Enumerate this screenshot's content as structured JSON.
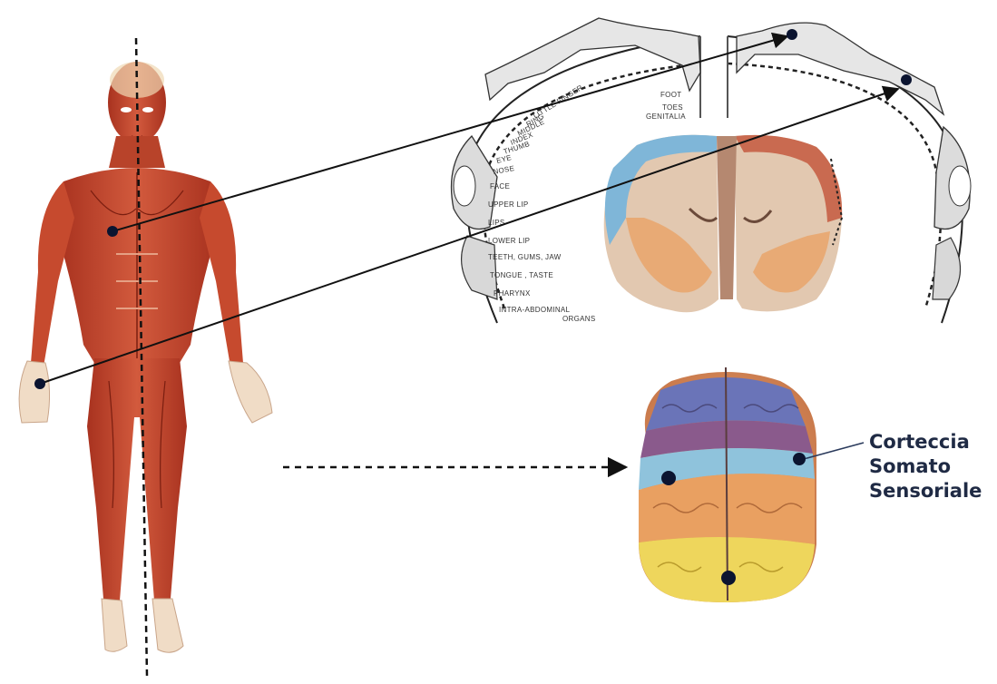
{
  "diagram": {
    "cortex_label": {
      "line1": "Corteccia",
      "line2": "Somato",
      "line3": "Sensoriale"
    },
    "homunculus_labels": [
      "FOOT",
      "TOES",
      "GENITALIA",
      "LITTLE FINGER",
      "RING",
      "MIDDLE",
      "INDEX",
      "THUMB",
      "EYE",
      "NOSE",
      "FACE",
      "UPPER LIP",
      "LIPS",
      "LOWER LIP",
      "TEETH, GUMS, JAW",
      "TONGUE , TASTE",
      "PHARYNX",
      "INTRA-ABDOMINAL",
      "ORGANS"
    ],
    "colors": {
      "muscle": "#c8442c",
      "muscle_light": "#e07a5c",
      "skin_pale": "#f1e2d4",
      "cortex_blue": "#8fc3dc",
      "cortex_purple": "#8a5a8c",
      "cortex_orange": "#e9a061",
      "cortex_yellow": "#eed65c",
      "dot": "#0b1430",
      "label": "#1f2a44"
    }
  }
}
